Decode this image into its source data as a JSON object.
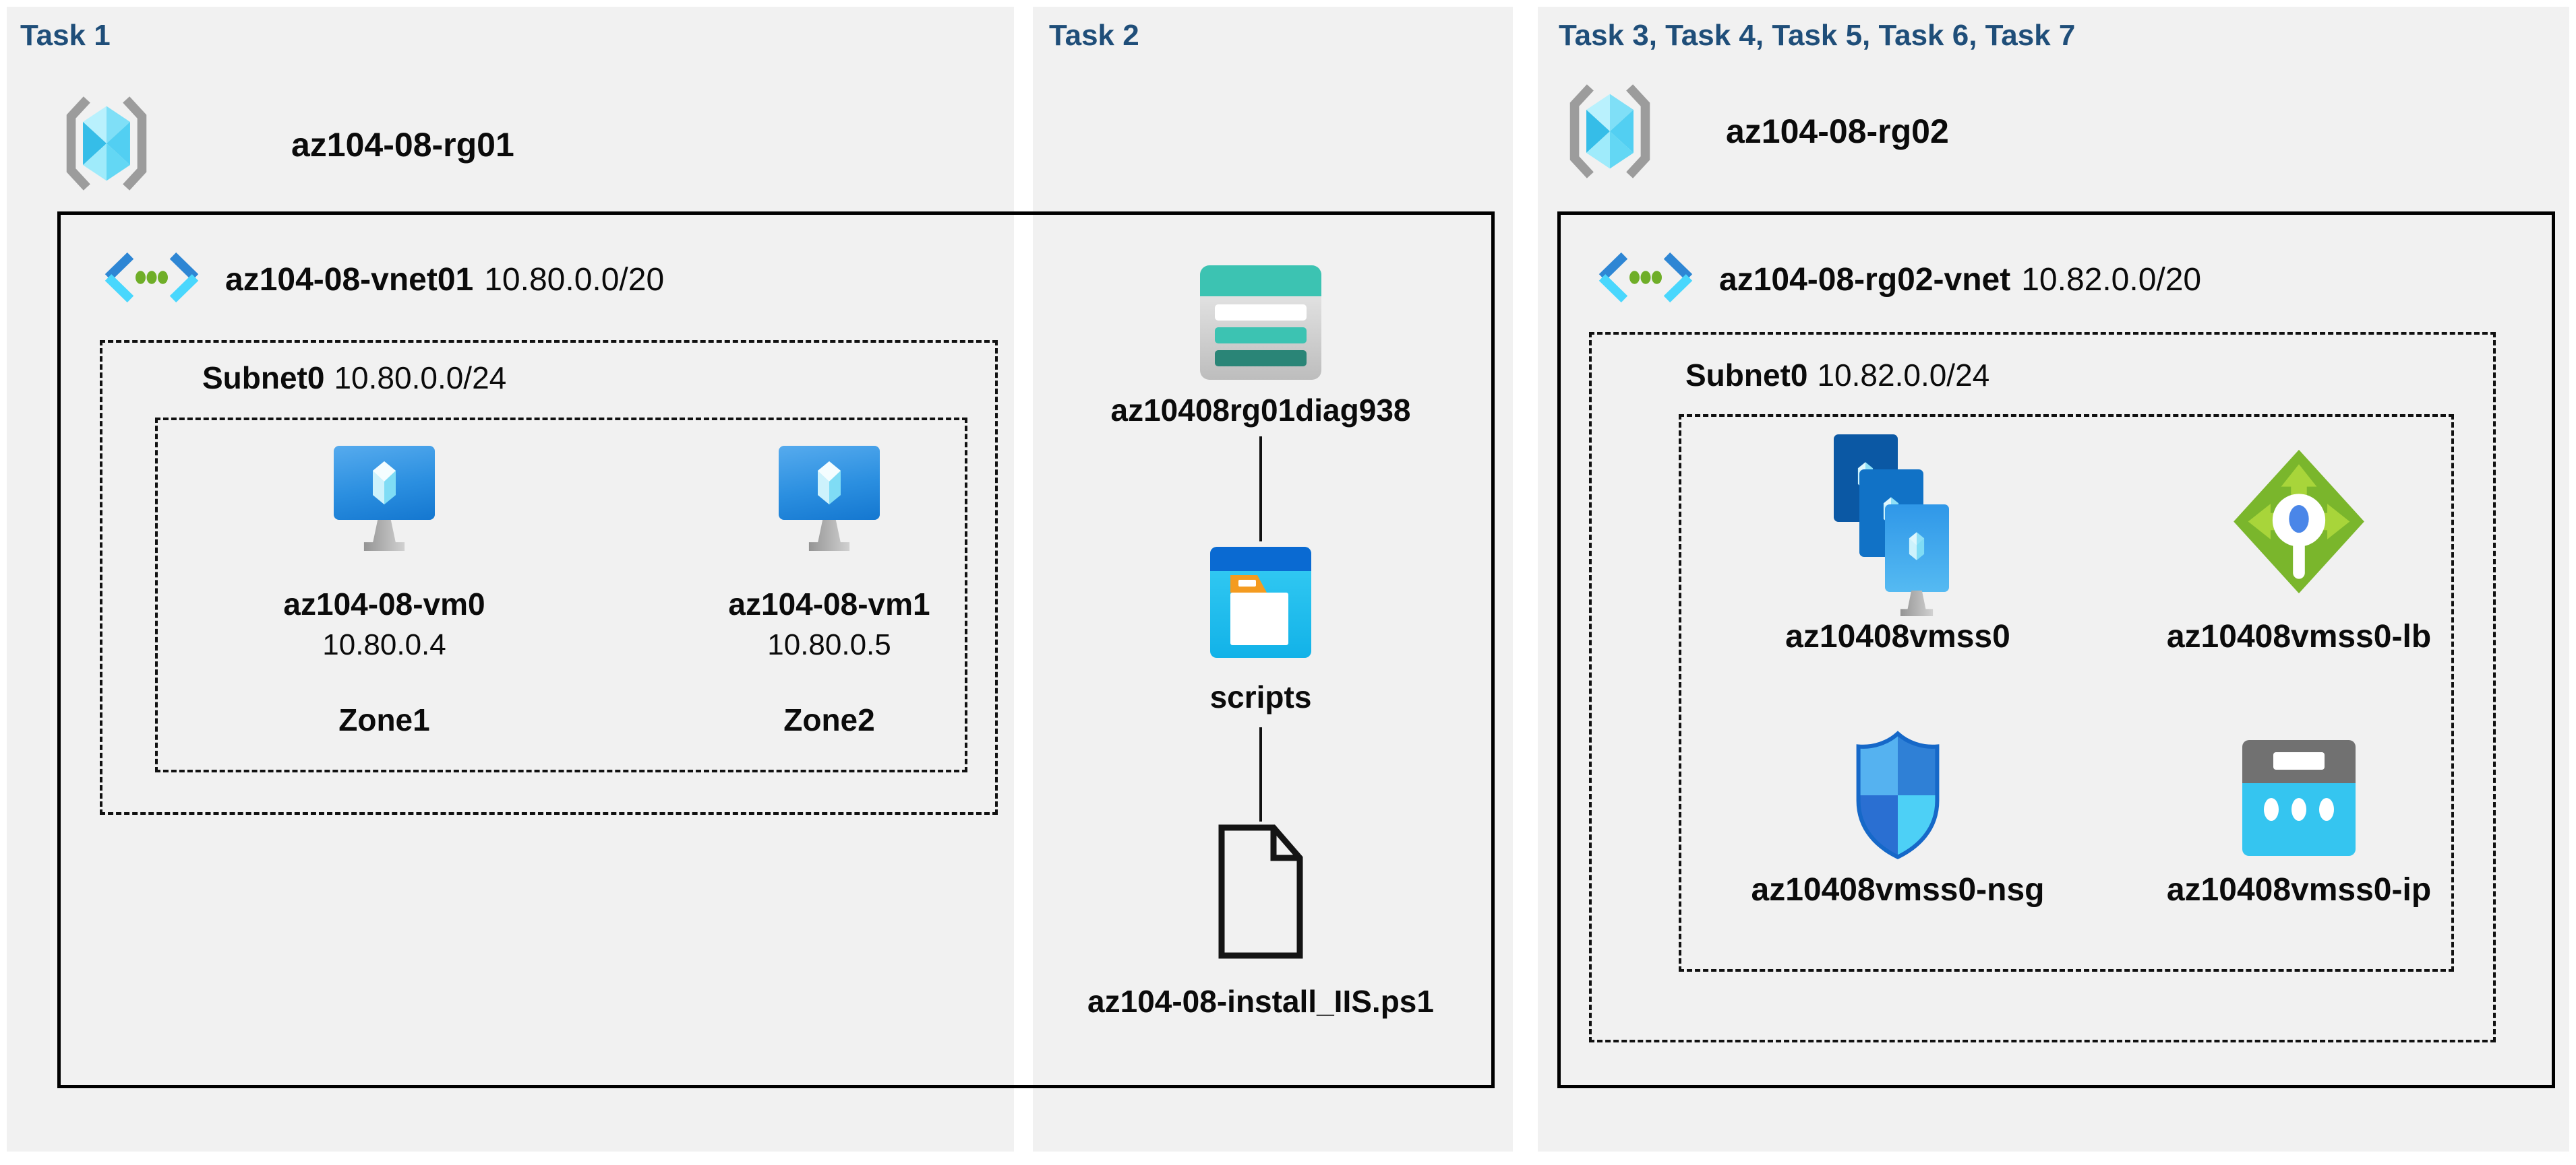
{
  "colors": {
    "task_header": "#1F4E79",
    "panel_bg": "#F1F1F1",
    "vm_blue": "#1B7FD4",
    "vnet_chevron_blue": "#2E86D4",
    "vnet_dot_green": "#6FAE28",
    "storage_teal": "#3CC3B2",
    "load_balancer_green": "#7AB62C",
    "nsg_blue": "#2F80D6",
    "public_ip_cyan": "#35C5F0"
  },
  "task1": {
    "header": "Task 1",
    "resource_group": "az104-08-rg01",
    "vnet_name": "az104-08-vnet01",
    "vnet_cidr": "10.80.0.0/20",
    "subnet_name": "Subnet0",
    "subnet_cidr": "10.80.0.0/24",
    "vm0": {
      "name": "az104-08-vm0",
      "ip": "10.80.0.4",
      "zone": "Zone1"
    },
    "vm1": {
      "name": "az104-08-vm1",
      "ip": "10.80.0.5",
      "zone": "Zone2"
    }
  },
  "task2": {
    "header": "Task 2",
    "storage_account": "az10408rg01diag938",
    "container": "scripts",
    "file": "az104-08-install_IIS.ps1"
  },
  "task3": {
    "header": "Task 3, Task 4, Task 5, Task 6, Task 7",
    "resource_group": "az104-08-rg02",
    "vnet_name": "az104-08-rg02-vnet",
    "vnet_cidr": "10.82.0.0/20",
    "subnet_name": "Subnet0",
    "subnet_cidr": "10.82.0.0/24",
    "vmss": "az10408vmss0",
    "load_balancer": "az10408vmss0-lb",
    "nsg": "az10408vmss0-nsg",
    "public_ip": "az10408vmss0-ip"
  }
}
